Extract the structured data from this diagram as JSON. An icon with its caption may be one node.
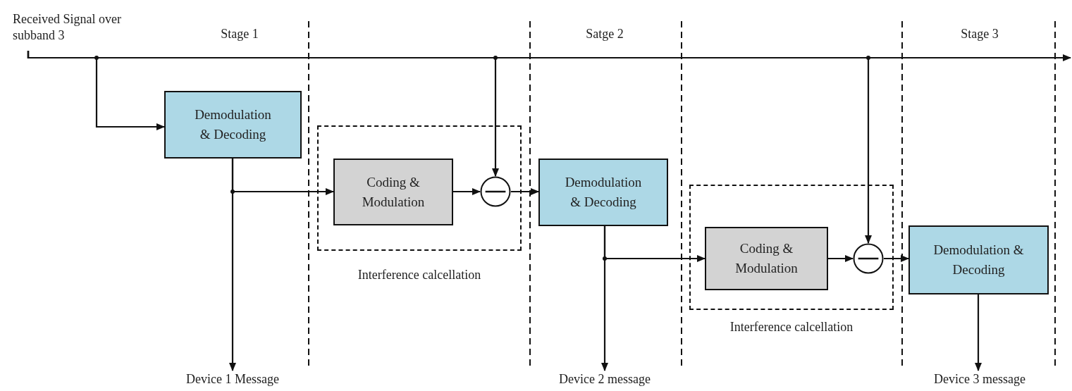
{
  "diagram": {
    "nodes": [
      {
        "text": [
          "Received Signal over subband 3"
        ]
      },
      {
        "text": [
          "Demodulation & Decoding"
        ]
      },
      {
        "text": [],
        "shape": "box",
        "beside": [
          "Interference calcellation"
        ]
      },
      {
        "text": [
          "Coding & Modulation"
        ],
        "in": 2
      },
      {
        "text": [],
        "shape": "circle",
        "in": 2
      },
      {
        "text": [
          "Demodulation & Decoding"
        ]
      },
      {
        "text": [],
        "shape": "box",
        "beside": [
          "Interference calcellation"
        ]
      },
      {
        "text": [
          "Coding & Modulation"
        ],
        "in": 6
      },
      {
        "text": [],
        "shape": "circle",
        "in": 6
      },
      {
        "text": [
          "Demodulation & Decoding"
        ]
      },
      {
        "text": [
          "Device 1 Message"
        ]
      },
      {
        "text": [
          "Device 2 message"
        ]
      },
      {
        "text": [
          "Device 3 message"
        ]
      }
    ],
    "edges": [
      {
        "from": 0,
        "to": 1,
        "arrow": "to"
      },
      {
        "from": 1,
        "to": 10,
        "arrow": "to"
      },
      {
        "from": 1,
        "to": 3,
        "arrow": "to"
      },
      {
        "from": 3,
        "to": 4,
        "arrow": "to"
      },
      {
        "from": 0,
        "to": 4,
        "arrow": "to"
      },
      {
        "from": 4,
        "to": 5,
        "arrow": "to"
      },
      {
        "from": 5,
        "to": 11,
        "arrow": "to"
      },
      {
        "from": 5,
        "to": 7,
        "arrow": "to"
      },
      {
        "from": 7,
        "to": 8,
        "arrow": "to"
      },
      {
        "from": 0,
        "to": 8,
        "arrow": "to"
      },
      {
        "from": 8,
        "to": 9,
        "arrow": "to"
      },
      {
        "from": 9,
        "to": 12,
        "arrow": "to"
      },
      {
        "from": 0,
        "to": null,
        "arrow": "to"
      }
    ],
    "labels": [
      "Stage 1",
      "Satge 2",
      "Stage 3"
    ]
  }
}
